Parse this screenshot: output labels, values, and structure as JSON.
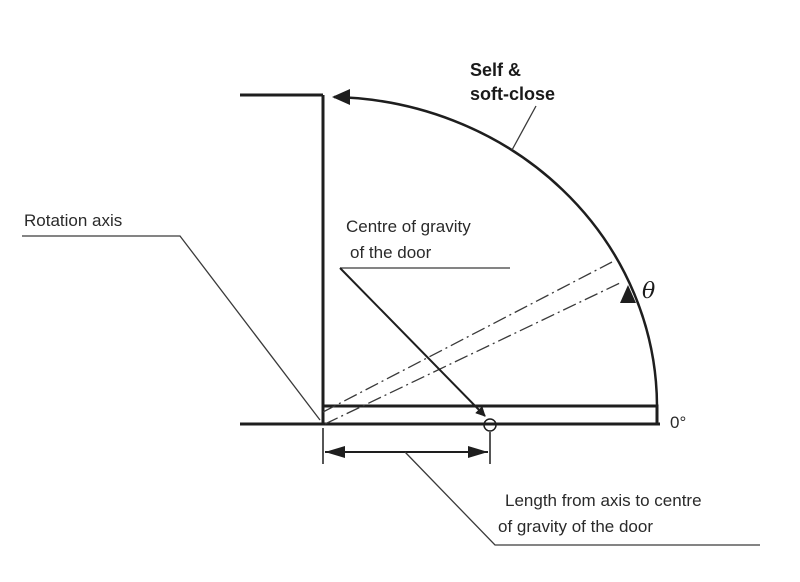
{
  "labels": {
    "self_close_line1": "Self &",
    "self_close_line2": "soft-close",
    "rotation_axis": "Rotation axis",
    "cog_line1": "Centre of gravity",
    "cog_line2": "of the door",
    "theta": "θ",
    "zero_deg": "0°",
    "length_line1": "Length from axis to centre",
    "length_line2": "of gravity of the door"
  }
}
